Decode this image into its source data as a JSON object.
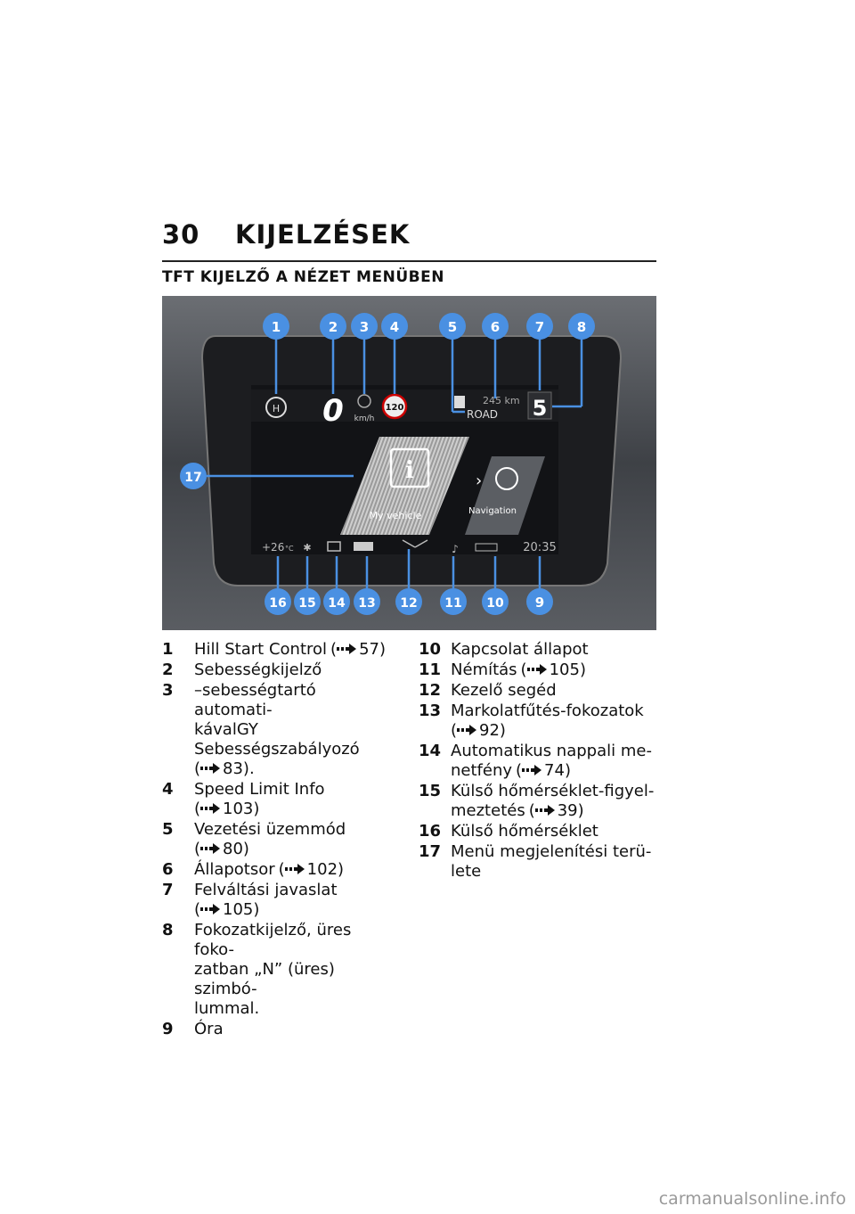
{
  "header": {
    "page_number": "30",
    "chapter_title": "KIJELZÉSEK",
    "section_title": "TFT KIJELZŐ A NÉZET MENÜBEN"
  },
  "display": {
    "speed_digit": "0",
    "speed_unit": "km/h",
    "speed_limit": "120",
    "range": "245 km",
    "riding_mode": "ROAD",
    "gear": "5",
    "menu_my_vehicle": "My vehicle",
    "menu_navigation": "Navigation",
    "temperature": "+26",
    "temperature_unit": "°C",
    "clock": "20:35",
    "info_glyph": "i",
    "callouts": [
      "1",
      "2",
      "3",
      "4",
      "5",
      "6",
      "7",
      "8",
      "9",
      "10",
      "11",
      "12",
      "13",
      "14",
      "15",
      "16",
      "17"
    ]
  },
  "legend_left": [
    {
      "num": "1",
      "lines": [
        "Hill Start Control"
      ],
      "ref": "57"
    },
    {
      "num": "2",
      "lines": [
        "Sebességkijelző"
      ]
    },
    {
      "num": "3",
      "lines": [
        "–sebességtartó automati-",
        "kávalGY",
        "Sebességszabályozó"
      ],
      "ref_line": "83)."
    },
    {
      "num": "4",
      "lines": [
        "Speed Limit Info"
      ],
      "ref_line": "103)"
    },
    {
      "num": "5",
      "lines": [
        "Vezetési üzemmód"
      ],
      "ref_line": "80)"
    },
    {
      "num": "6",
      "lines": [
        "Állapotsor"
      ],
      "ref": "102"
    },
    {
      "num": "7",
      "lines": [
        "Felváltási javaslat"
      ],
      "ref_line": "105)"
    },
    {
      "num": "8",
      "lines": [
        "Fokozatkijelző, üres foko-",
        "zatban „N” (üres) szimbó-",
        "lummal."
      ]
    },
    {
      "num": "9",
      "lines": [
        "Óra"
      ]
    }
  ],
  "legend_right": [
    {
      "num": "10",
      "lines": [
        "Kapcsolat állapot"
      ]
    },
    {
      "num": "11",
      "lines": [
        "Némítás"
      ],
      "ref": "105"
    },
    {
      "num": "12",
      "lines": [
        "Kezelő segéd"
      ]
    },
    {
      "num": "13",
      "lines": [
        "Markolatfűtés-fokozatok"
      ],
      "ref_line": "92)"
    },
    {
      "num": "14",
      "lines": [
        "Automatikus nappali me-"
      ],
      "tail": "netfény",
      "ref": "74"
    },
    {
      "num": "15",
      "lines": [
        "Külső hőmérséklet-figyel-"
      ],
      "tail": "meztetés",
      "ref": "39"
    },
    {
      "num": "16",
      "lines": [
        "Külső hőmérséklet"
      ]
    },
    {
      "num": "17",
      "lines": [
        "Menü megjelenítési terü-",
        "lete"
      ]
    }
  ],
  "watermark": "carmanualsonline.info",
  "colors": {
    "callout": "#4a90e2",
    "screen": "#121316",
    "accent": "#ffffff"
  }
}
